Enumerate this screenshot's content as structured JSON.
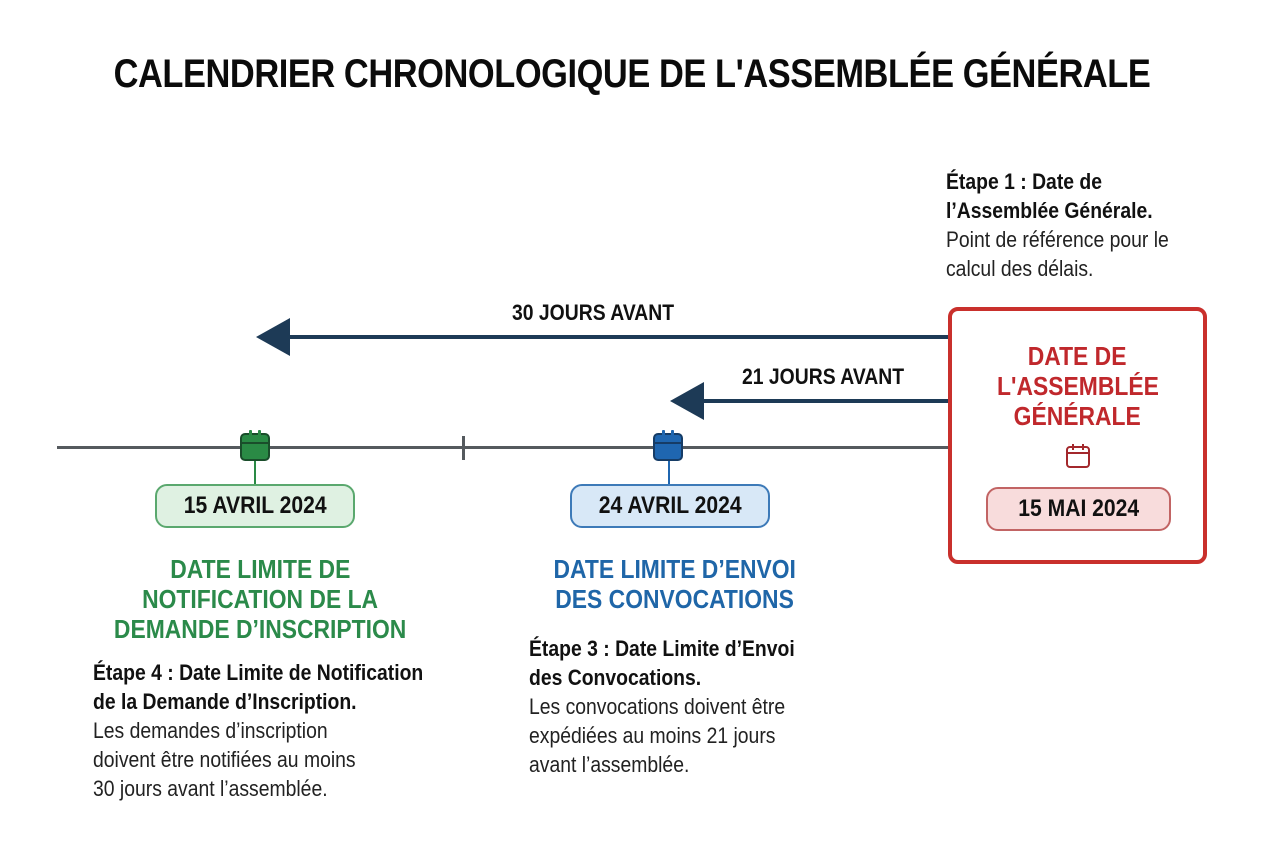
{
  "title": "CALENDRIER CHRONOLOGIQUE DE L'ASSEMBLÉE GÉNÉRALE",
  "colors": {
    "green": "#2b8a4a",
    "blue": "#1f66a8",
    "red": "#c0282c",
    "arrow": "#1d3a56",
    "timeline": "#555a5e"
  },
  "arrows": [
    {
      "label": "30 JOURS AVANT",
      "days": 30
    },
    {
      "label": "21 JOURS AVANT",
      "days": 21
    }
  ],
  "assembly": {
    "heading_lines": [
      "DATE DE",
      "L'ASSEMBLÉE",
      "GÉNÉRALE"
    ],
    "date": "15 MAI 2024",
    "icon": "calendar-icon",
    "step": {
      "title_lines": [
        "Étape 1 : Date de",
        "l’Assemblée Générale."
      ],
      "body_lines": [
        "Point de référence pour le",
        "calcul des délais."
      ]
    }
  },
  "milestones": [
    {
      "date": "15 AVRIL 2024",
      "color": "green",
      "icon": "calendar-icon",
      "heading_lines": [
        "DATE LIMITE DE",
        "NOTIFICATION DE LA",
        "DEMANDE D’INSCRIPTION"
      ],
      "step": {
        "title_lines": [
          "Étape 4 : Date Limite de Notification",
          "de la Demande d’Inscription."
        ],
        "body_lines": [
          "Les demandes d’inscription",
          "doivent être notifiées au moins",
          "30 jours avant l’assemblée."
        ]
      }
    },
    {
      "date": "24 AVRIL 2024",
      "color": "blue",
      "icon": "calendar-icon",
      "heading_lines": [
        "DATE LIMITE D’ENVOI",
        "DES CONVOCATIONS"
      ],
      "step": {
        "title_lines": [
          "Étape 3 : Date Limite d’Envoi",
          "des Convocations."
        ],
        "body_lines": [
          "Les convocations doivent être",
          "expédiées au moins 21 jours",
          "avant l’assemblée."
        ]
      }
    }
  ]
}
